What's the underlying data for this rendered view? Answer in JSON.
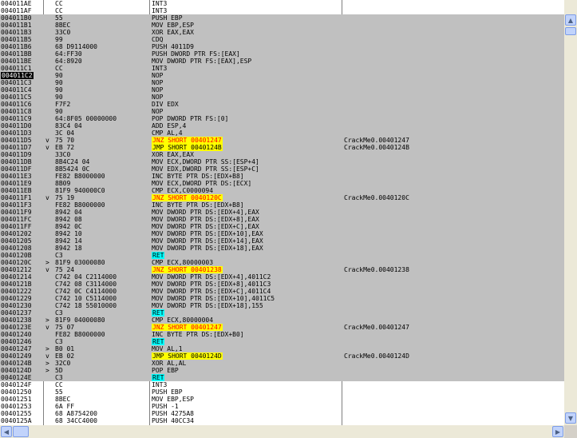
{
  "rows": [
    {
      "addr": "004011AE",
      "arrow": "",
      "hex": "CC",
      "dis": "INT3",
      "cmt": "",
      "sel": false
    },
    {
      "addr": "004011AF",
      "arrow": "",
      "hex": "CC",
      "dis": "INT3",
      "cmt": "",
      "sel": false
    },
    {
      "addr": "004011B0",
      "arrow": "",
      "hex": "55",
      "dis": "PUSH EBP",
      "cmt": "",
      "sel": true
    },
    {
      "addr": "004011B1",
      "arrow": "",
      "hex": "8BEC",
      "dis": "MOV EBP,ESP",
      "cmt": "",
      "sel": true
    },
    {
      "addr": "004011B3",
      "arrow": "",
      "hex": "33C0",
      "dis": "XOR EAX,EAX",
      "cmt": "",
      "sel": true
    },
    {
      "addr": "004011B5",
      "arrow": "",
      "hex": "99",
      "dis": "CDQ",
      "cmt": "",
      "sel": true
    },
    {
      "addr": "004011B6",
      "arrow": "",
      "hex": "68 D9114000",
      "dis": "PUSH 4011D9",
      "cmt": "",
      "sel": true
    },
    {
      "addr": "004011BB",
      "arrow": "",
      "hex": "64:FF30",
      "dis": "PUSH DWORD PTR FS:[EAX]",
      "cmt": "",
      "sel": true
    },
    {
      "addr": "004011BE",
      "arrow": "",
      "hex": "64:8920",
      "dis": "MOV DWORD PTR FS:[EAX],ESP",
      "cmt": "",
      "sel": true
    },
    {
      "addr": "004011C1",
      "arrow": "",
      "hex": "CC",
      "dis": "INT3",
      "cmt": "",
      "sel": true
    },
    {
      "addr": "004011C2",
      "arrow": "",
      "hex": "90",
      "dis": "NOP",
      "cmt": "",
      "sel": true,
      "addrhl": true
    },
    {
      "addr": "004011C3",
      "arrow": "",
      "hex": "90",
      "dis": "NOP",
      "cmt": "",
      "sel": true
    },
    {
      "addr": "004011C4",
      "arrow": "",
      "hex": "90",
      "dis": "NOP",
      "cmt": "",
      "sel": true
    },
    {
      "addr": "004011C5",
      "arrow": "",
      "hex": "90",
      "dis": "NOP",
      "cmt": "",
      "sel": true
    },
    {
      "addr": "004011C6",
      "arrow": "",
      "hex": "F7F2",
      "dis": "DIV EDX",
      "cmt": "",
      "sel": true
    },
    {
      "addr": "004011C8",
      "arrow": "",
      "hex": "90",
      "dis": "NOP",
      "cmt": "",
      "sel": true
    },
    {
      "addr": "004011C9",
      "arrow": "",
      "hex": "64:8F05 00000000",
      "dis": "POP DWORD PTR FS:[0]",
      "cmt": "",
      "sel": true
    },
    {
      "addr": "004011D0",
      "arrow": "",
      "hex": "83C4 04",
      "dis": "ADD ESP,4",
      "cmt": "",
      "sel": true
    },
    {
      "addr": "004011D3",
      "arrow": "",
      "hex": "3C 04",
      "dis": "CMP AL,4",
      "cmt": "",
      "sel": true
    },
    {
      "addr": "004011D5",
      "arrow": "v",
      "hex": "75 70",
      "dis": "JNZ SHORT 00401247",
      "cmt": "CrackMe0.00401247",
      "sel": true,
      "hl": "jnz"
    },
    {
      "addr": "004011D7",
      "arrow": "v",
      "hex": "EB 72",
      "dis": "JMP SHORT 0040124B",
      "cmt": "CrackMe0.0040124B",
      "sel": true,
      "hl": "jmp"
    },
    {
      "addr": "004011D9",
      "arrow": "",
      "hex": "33C0",
      "dis": "XOR EAX,EAX",
      "cmt": "",
      "sel": true
    },
    {
      "addr": "004011DB",
      "arrow": "",
      "hex": "8B4C24 04",
      "dis": "MOV ECX,DWORD PTR SS:[ESP+4]",
      "cmt": "",
      "sel": true
    },
    {
      "addr": "004011DF",
      "arrow": "",
      "hex": "8B5424 0C",
      "dis": "MOV EDX,DWORD PTR SS:[ESP+C]",
      "cmt": "",
      "sel": true
    },
    {
      "addr": "004011E3",
      "arrow": "",
      "hex": "FE82 B8000000",
      "dis": "INC BYTE PTR DS:[EDX+B8]",
      "cmt": "",
      "sel": true
    },
    {
      "addr": "004011E9",
      "arrow": "",
      "hex": "8B09",
      "dis": "MOV ECX,DWORD PTR DS:[ECX]",
      "cmt": "",
      "sel": true
    },
    {
      "addr": "004011EB",
      "arrow": "",
      "hex": "81F9 940000C0",
      "dis": "CMP ECX,C0000094",
      "cmt": "",
      "sel": true
    },
    {
      "addr": "004011F1",
      "arrow": "v",
      "hex": "75 19",
      "dis": "JNZ SHORT 0040120C",
      "cmt": "CrackMe0.0040120C",
      "sel": true,
      "hl": "jnz"
    },
    {
      "addr": "004011F3",
      "arrow": "",
      "hex": "FE82 B8000000",
      "dis": "INC BYTE PTR DS:[EDX+B8]",
      "cmt": "",
      "sel": true
    },
    {
      "addr": "004011F9",
      "arrow": "",
      "hex": "8942 04",
      "dis": "MOV DWORD PTR DS:[EDX+4],EAX",
      "cmt": "",
      "sel": true
    },
    {
      "addr": "004011FC",
      "arrow": "",
      "hex": "8942 08",
      "dis": "MOV DWORD PTR DS:[EDX+8],EAX",
      "cmt": "",
      "sel": true
    },
    {
      "addr": "004011FF",
      "arrow": "",
      "hex": "8942 0C",
      "dis": "MOV DWORD PTR DS:[EDX+C],EAX",
      "cmt": "",
      "sel": true
    },
    {
      "addr": "00401202",
      "arrow": "",
      "hex": "8942 10",
      "dis": "MOV DWORD PTR DS:[EDX+10],EAX",
      "cmt": "",
      "sel": true
    },
    {
      "addr": "00401205",
      "arrow": "",
      "hex": "8942 14",
      "dis": "MOV DWORD PTR DS:[EDX+14],EAX",
      "cmt": "",
      "sel": true
    },
    {
      "addr": "00401208",
      "arrow": "",
      "hex": "8942 18",
      "dis": "MOV DWORD PTR DS:[EDX+18],EAX",
      "cmt": "",
      "sel": true
    },
    {
      "addr": "0040120B",
      "arrow": "",
      "hex": "C3",
      "dis": "RET",
      "cmt": "",
      "sel": true,
      "hl": "ret"
    },
    {
      "addr": "0040120C",
      "arrow": ">",
      "hex": "81F9 03000080",
      "dis": "CMP ECX,80000003",
      "cmt": "",
      "sel": true
    },
    {
      "addr": "00401212",
      "arrow": "v",
      "hex": "75 24",
      "dis": "JNZ SHORT 00401238",
      "cmt": "CrackMe0.00401238",
      "sel": true,
      "hl": "jnz"
    },
    {
      "addr": "00401214",
      "arrow": "",
      "hex": "C742 04 C2114000",
      "dis": "MOV DWORD PTR DS:[EDX+4],4011C2",
      "cmt": "",
      "sel": true
    },
    {
      "addr": "0040121B",
      "arrow": "",
      "hex": "C742 08 C3114000",
      "dis": "MOV DWORD PTR DS:[EDX+8],4011C3",
      "cmt": "",
      "sel": true
    },
    {
      "addr": "00401222",
      "arrow": "",
      "hex": "C742 0C C4114000",
      "dis": "MOV DWORD PTR DS:[EDX+C],4011C4",
      "cmt": "",
      "sel": true
    },
    {
      "addr": "00401229",
      "arrow": "",
      "hex": "C742 10 C5114000",
      "dis": "MOV DWORD PTR DS:[EDX+10],4011C5",
      "cmt": "",
      "sel": true
    },
    {
      "addr": "00401230",
      "arrow": "",
      "hex": "C742 18 55010000",
      "dis": "MOV DWORD PTR DS:[EDX+18],155",
      "cmt": "",
      "sel": true
    },
    {
      "addr": "00401237",
      "arrow": "",
      "hex": "C3",
      "dis": "RET",
      "cmt": "",
      "sel": true,
      "hl": "ret"
    },
    {
      "addr": "00401238",
      "arrow": ">",
      "hex": "81F9 04000080",
      "dis": "CMP ECX,80000004",
      "cmt": "",
      "sel": true
    },
    {
      "addr": "0040123E",
      "arrow": "v",
      "hex": "75 07",
      "dis": "JNZ SHORT 00401247",
      "cmt": "CrackMe0.00401247",
      "sel": true,
      "hl": "jnz"
    },
    {
      "addr": "00401240",
      "arrow": "",
      "hex": "FE82 B8000000",
      "dis": "INC BYTE PTR DS:[EDX+B0]",
      "cmt": "",
      "sel": true
    },
    {
      "addr": "00401246",
      "arrow": "",
      "hex": "C3",
      "dis": "RET",
      "cmt": "",
      "sel": true,
      "hl": "ret"
    },
    {
      "addr": "00401247",
      "arrow": ">",
      "hex": "B0 01",
      "dis": "MOV AL,1",
      "cmt": "",
      "sel": true
    },
    {
      "addr": "00401249",
      "arrow": "v",
      "hex": "EB 02",
      "dis": "JMP SHORT 0040124D",
      "cmt": "CrackMe0.0040124D",
      "sel": true,
      "hl": "jmp"
    },
    {
      "addr": "0040124B",
      "arrow": ">",
      "hex": "32C0",
      "dis": "XOR AL,AL",
      "cmt": "",
      "sel": true
    },
    {
      "addr": "0040124D",
      "arrow": ">",
      "hex": "5D",
      "dis": "POP EBP",
      "cmt": "",
      "sel": true
    },
    {
      "addr": "0040124E",
      "arrow": "",
      "hex": "C3",
      "dis": "RET",
      "cmt": "",
      "sel": true,
      "hl": "ret"
    },
    {
      "addr": "0040124F",
      "arrow": "",
      "hex": "CC",
      "dis": "INT3",
      "cmt": "",
      "sel": false
    },
    {
      "addr": "00401250",
      "arrow": "",
      "hex": "55",
      "dis": "PUSH EBP",
      "cmt": "",
      "sel": false
    },
    {
      "addr": "00401251",
      "arrow": "",
      "hex": "8BEC",
      "dis": "MOV EBP,ESP",
      "cmt": "",
      "sel": false
    },
    {
      "addr": "00401253",
      "arrow": "",
      "hex": "6A FF",
      "dis": "PUSH -1",
      "cmt": "",
      "sel": false
    },
    {
      "addr": "00401255",
      "arrow": "",
      "hex": "68 A8754200",
      "dis": "PUSH 4275A8",
      "cmt": "",
      "sel": false
    },
    {
      "addr": "0040125A",
      "arrow": "",
      "hex": "68 34CC4000",
      "dis": "PUSH 40CC34",
      "cmt": "",
      "sel": false
    }
  ],
  "scrollbar": {
    "up_icon": "▲",
    "down_icon": "▼",
    "left_icon": "◀",
    "right_icon": "▶"
  }
}
